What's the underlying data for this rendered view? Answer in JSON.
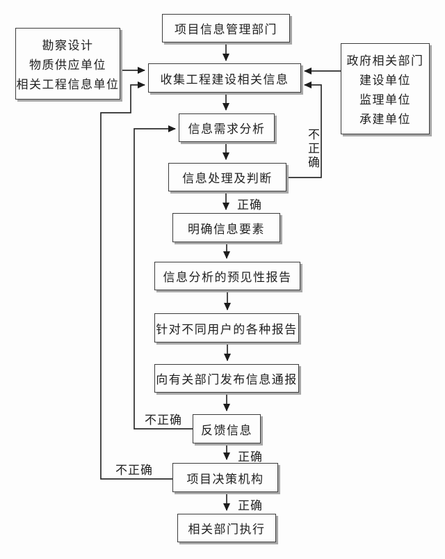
{
  "diagram": {
    "title": "project-information-management-flowchart",
    "nodes": {
      "top_dept": "项目信息管理部门",
      "left_sources": [
        "勘察设计",
        "物质供应单位",
        "相关工程信息单位"
      ],
      "right_sources": [
        "政府相关部门",
        "建设单位",
        "监理单位",
        "承建单位"
      ],
      "collect": "收集工程建设相关信息",
      "need_analysis": "信息需求分析",
      "process_judge": "信息处理及判断",
      "clarify_elements": "明确信息要素",
      "forecast_report": "信息分析的预见性报告",
      "user_reports": "针对不同用户的各种报告",
      "publish_bulletin": "向有关部门发布信息通报",
      "feedback": "反馈信息",
      "decision_body": "项目决策机构",
      "execute": "相关部门执行"
    },
    "labels": {
      "correct_after_judge": "正确",
      "correct_after_feedback": "正确",
      "correct_after_decision": "正确",
      "incorrect_judge": "不正确",
      "incorrect_feedback": "不正确",
      "incorrect_decision": "不正确"
    },
    "colors": {
      "background": "#fdfdfd",
      "line": "#2b2b2b",
      "box_border": "#3c3c3c",
      "box_shadow": "#a8a8a8",
      "text": "#1f1f1f"
    }
  }
}
